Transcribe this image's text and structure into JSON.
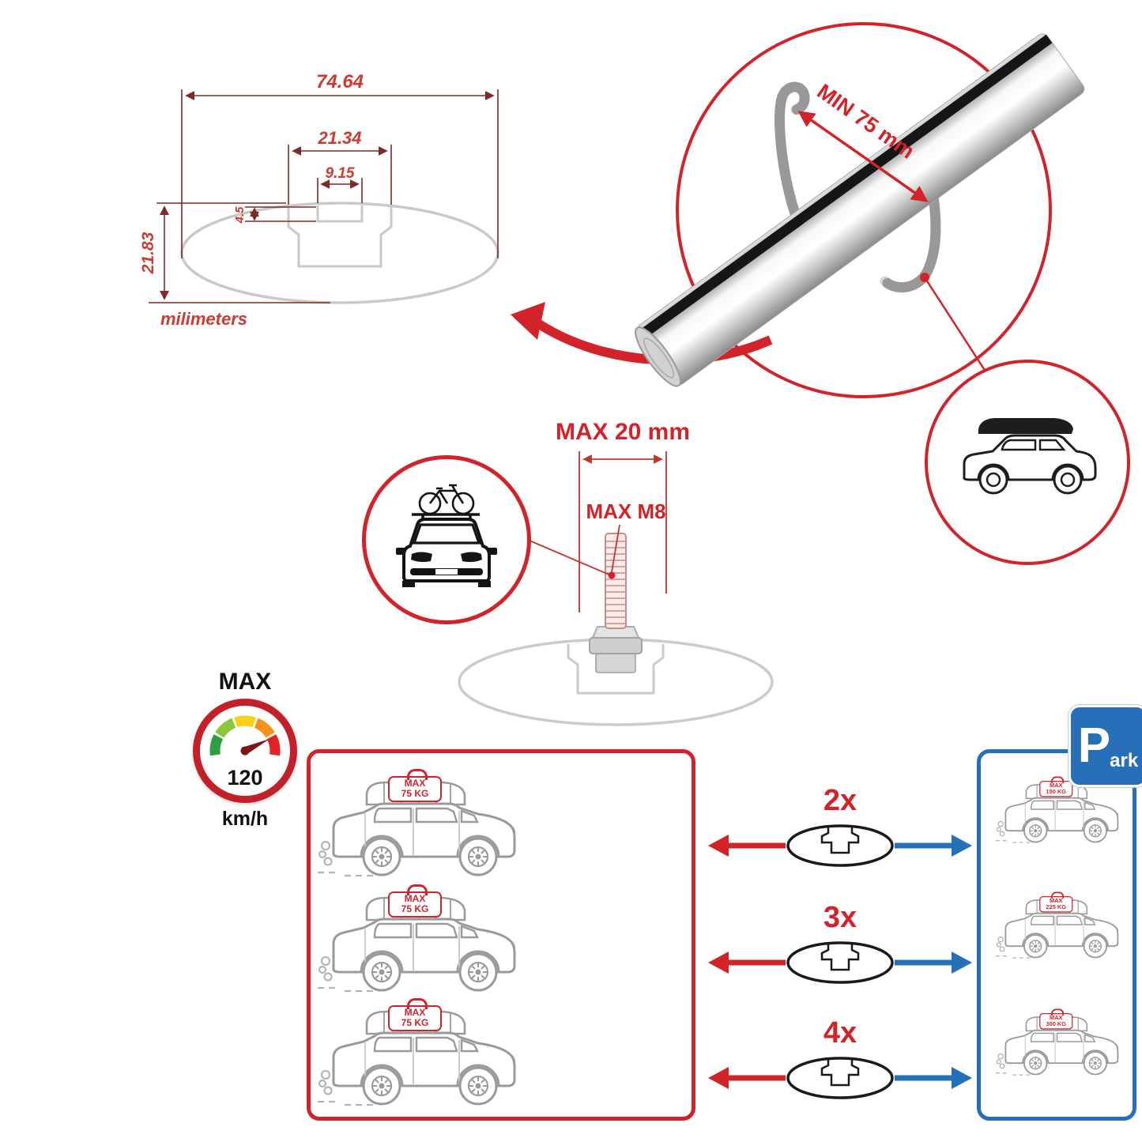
{
  "colors": {
    "red": "#d2232a",
    "blue": "#2570b8",
    "metal_gray": "#c9c9c9",
    "line_dark_red": "#7d2b27"
  },
  "profile": {
    "total_width": "74.64",
    "slot_outer_width": "21.34",
    "slot_inner_width": "9.15",
    "slot_depth": "4.5",
    "total_height": "21.83",
    "units_label": "milimeters"
  },
  "crossbar": {
    "min_clamp_label": "MIN 75 mm"
  },
  "fitting": {
    "max_length_label": "MAX 20 mm",
    "max_thread_label": "MAX M8"
  },
  "speed": {
    "label": "MAX",
    "value": "120",
    "unit": "km/h"
  },
  "parking_sign": {
    "letter": "P",
    "suffix": "ark"
  },
  "multipliers": [
    "2x",
    "3x",
    "4x"
  ],
  "driving_cars": [
    {
      "max": "MAX",
      "weight": "75 KG"
    },
    {
      "max": "MAX",
      "weight": "75 KG"
    },
    {
      "max": "MAX",
      "weight": "75 KG"
    }
  ],
  "parked_cars": [
    {
      "max": "MAX",
      "weight": "150 KG"
    },
    {
      "max": "MAX",
      "weight": "225 KG"
    },
    {
      "max": "MAX",
      "weight": "300 KG"
    }
  ]
}
